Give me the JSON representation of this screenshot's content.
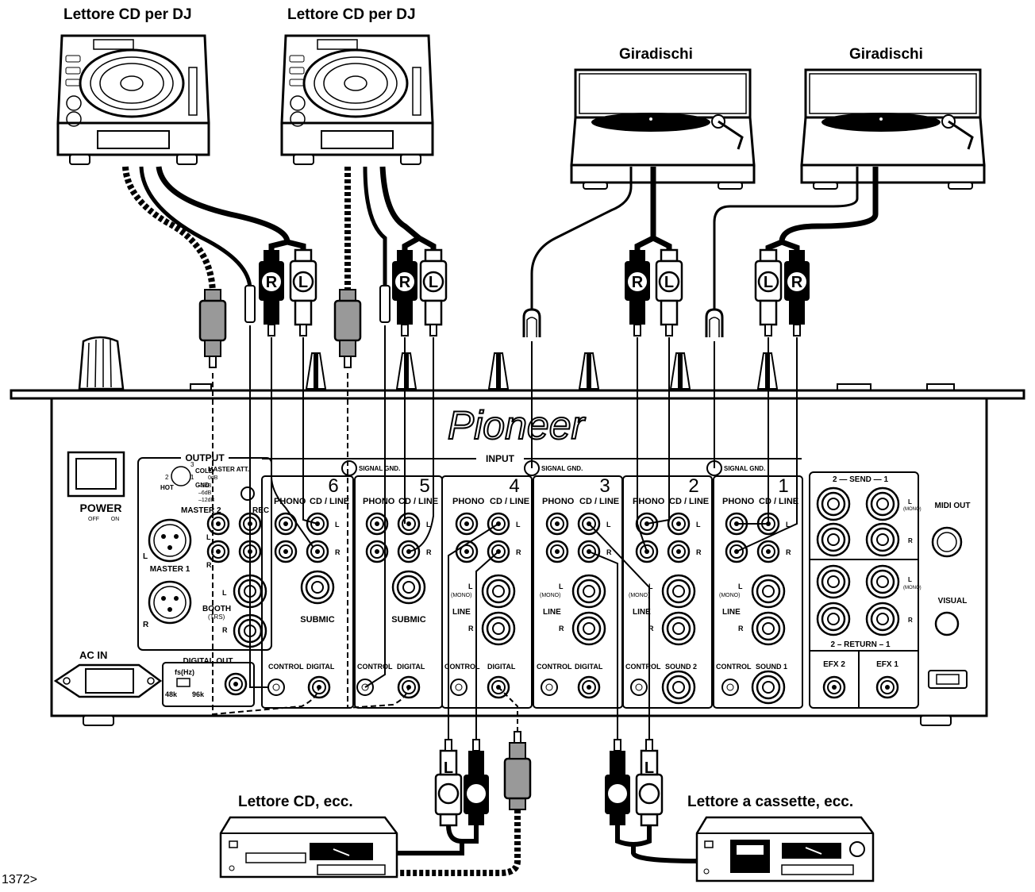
{
  "devices": {
    "cdj_left": "Lettore CD per DJ",
    "cdj_right": "Lettore CD per DJ",
    "turntable_left": "Giradischi",
    "turntable_right": "Giradischi",
    "cd_player": "Lettore CD, ecc.",
    "cassette": "Lettore a cassette, ecc."
  },
  "page_number": "1372>",
  "brand": "Pioneer",
  "panel": {
    "output": "OUTPUT",
    "input": "INPUT",
    "power": "POWER",
    "power_off": "OFF",
    "power_on": "ON",
    "ac_in": "AC IN",
    "master_att": "MASTER ATT.",
    "att_levels": [
      "0dB",
      "–3dB",
      "–6dB",
      "–12dB"
    ],
    "xlr_pins": [
      "COLD",
      "HOT",
      "GND"
    ],
    "pin_numbers": [
      "1",
      "2",
      "3"
    ],
    "master2": "MASTER 2",
    "rec": "REC",
    "master1": "MASTER 1",
    "booth": "BOOTH",
    "trs": "(TRS)",
    "digital_out": "DIGITAL OUT",
    "fs_hz": "fs(Hz)",
    "fs_options": [
      "48k",
      "96k"
    ],
    "signal_gnd": "SIGNAL GND.",
    "phono": "PHONO",
    "cd_line": "CD / LINE",
    "line": "LINE",
    "mono": "(MONO)",
    "submic": "SUBMIC",
    "control": "CONTROL",
    "digital": "DIGITAL",
    "sound2": "SOUND 2",
    "sound1": "SOUND 1",
    "channels": [
      "6",
      "5",
      "4",
      "3",
      "2",
      "1"
    ],
    "send": "2 — SEND — 1",
    "return": "2 – RETURN – 1",
    "efx2": "EFX 2",
    "efx1": "EFX 1",
    "midi_out": "MIDI OUT",
    "visual": "VISUAL",
    "L": "L",
    "R": "R"
  }
}
